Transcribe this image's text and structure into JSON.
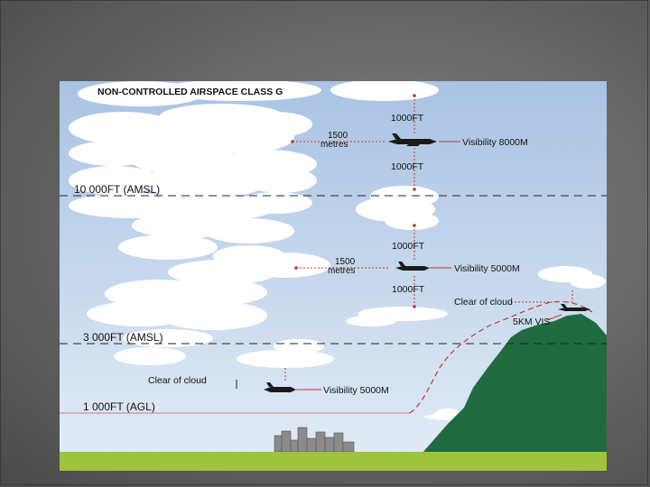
{
  "diagram": {
    "title": "NON-CONTROLLED AIRSPACE CLASS G",
    "levels": {
      "upper": "10 000FT (AMSL)",
      "middle": "3 000FT (AMSL)",
      "lower": "1 000FT (AGL)"
    },
    "upper_zone": {
      "above": "1000FT",
      "below": "1000FT",
      "horizontal": "1500 metres",
      "visibility": "Visibility 8000M"
    },
    "middle_zone": {
      "above": "1000FT",
      "below": "1000FT",
      "horizontal": "1500 metres",
      "visibility": "Visibility 5000M"
    },
    "right_zone": {
      "clear": "Clear of cloud",
      "vis": "5KM VIS"
    },
    "low_zone": {
      "clear": "Clear of cloud",
      "visibility": "Visibility 5000M"
    },
    "colors": {
      "sky_top": "#a9c3e3",
      "sky_bottom": "#e4edf7",
      "mountain": "#1f6b3f",
      "ground": "#9fc53d",
      "indicator": "#c0392b"
    }
  }
}
